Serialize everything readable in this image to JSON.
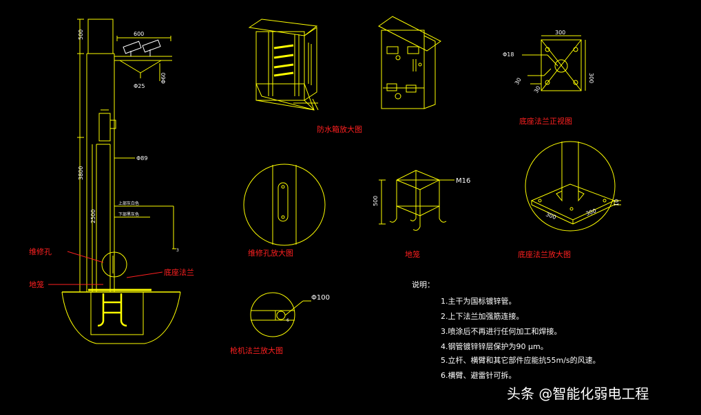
{
  "pole_dims": {
    "top": "500",
    "h3800": "3800",
    "h2500": "2500",
    "arm600": "600",
    "phi25": "Φ25",
    "phi60": "Φ60",
    "phi89": "Φ89",
    "label_upper": "上部灰白色",
    "label_lower": "下部黑灰色",
    "label_small": "3"
  },
  "callouts": {
    "repair_hole": "维修孔",
    "cage": "地笼",
    "base_flange": "底座法兰"
  },
  "captions": {
    "box": "防水箱放大图",
    "flange_front": "底座法兰正视图",
    "repair_zoom": "维修孔放大图",
    "cage": "地笼",
    "flange_zoom": "底座法兰放大图",
    "camera_flange": "枪机法兰放大图"
  },
  "flange_front": {
    "w": "300",
    "h": "300",
    "phi18": "Φ18",
    "n30": "30"
  },
  "cage_dims": {
    "m16": "M16",
    "h500": "500"
  },
  "flange_zoom": {
    "a": "300",
    "b": "300",
    "c": "10"
  },
  "camera": {
    "phi100": "Φ100",
    "small": "6"
  },
  "notes": {
    "title": "说明：",
    "items": [
      "1.主干为国标镀锌管。",
      "2.上下法兰加强筋连接。",
      "3.喷涂后不再进行任何加工和焊接。",
      "4.钢管镀锌锌层保护为90 μm。",
      "5.立杆、横臂和其它部件应能抗55m/s的风速。",
      "6.横臂、避雷针可拆。"
    ]
  },
  "watermark": "头条 @智能化弱电工程",
  "colors": {
    "bg": "#000000",
    "line": "#ffff00",
    "text": "#ffffff",
    "red": "#ff2020"
  }
}
